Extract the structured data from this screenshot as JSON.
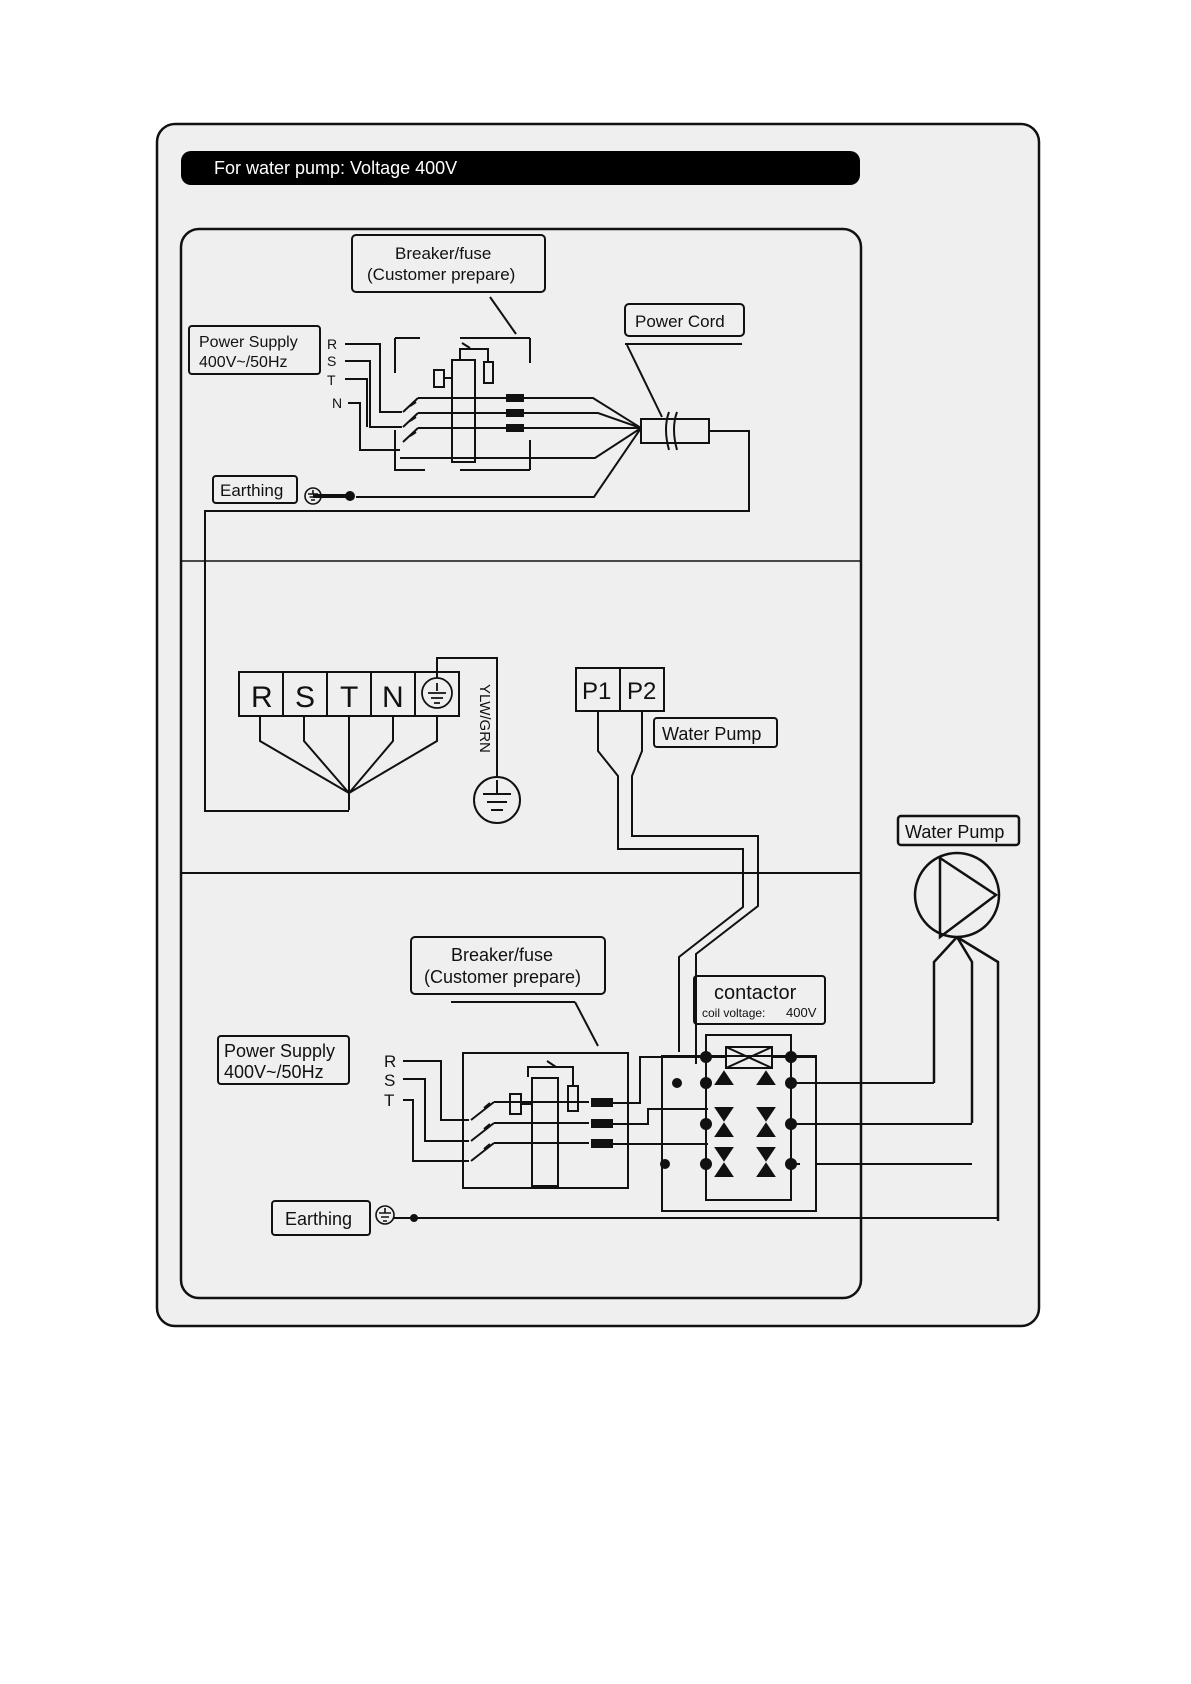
{
  "header": {
    "title": "For water pump: Voltage 400V"
  },
  "top_section": {
    "breaker_line1": "Breaker/fuse",
    "breaker_line2": "(Customer prepare)",
    "power_cord": "Power Cord",
    "power_supply_line1": "Power Supply",
    "power_supply_line2": "400V~/50Hz",
    "phases": [
      "R",
      "S",
      "T",
      "N"
    ],
    "earthing": "Earthing"
  },
  "middle_section": {
    "terminals": [
      "R",
      "S",
      "T",
      "N"
    ],
    "ground_wire": "YLW/GRN",
    "pump_terminals": [
      "P1",
      "P2"
    ],
    "pump_label": "Water Pump"
  },
  "bottom_section": {
    "breaker_line1": "Breaker/fuse",
    "breaker_line2": "(Customer prepare)",
    "contactor": "contactor",
    "coil_voltage_label": "coil voltage:",
    "coil_voltage_value": "400V",
    "power_supply_line1": "Power Supply",
    "power_supply_line2": "400V~/50Hz",
    "phases": [
      "R",
      "S",
      "T"
    ],
    "earthing": "Earthing"
  },
  "pump": {
    "label": "Water Pump"
  },
  "colors": {
    "ink": "#111111",
    "panel": "#efefef",
    "header_bg": "#000000",
    "header_text": "#ffffff"
  }
}
